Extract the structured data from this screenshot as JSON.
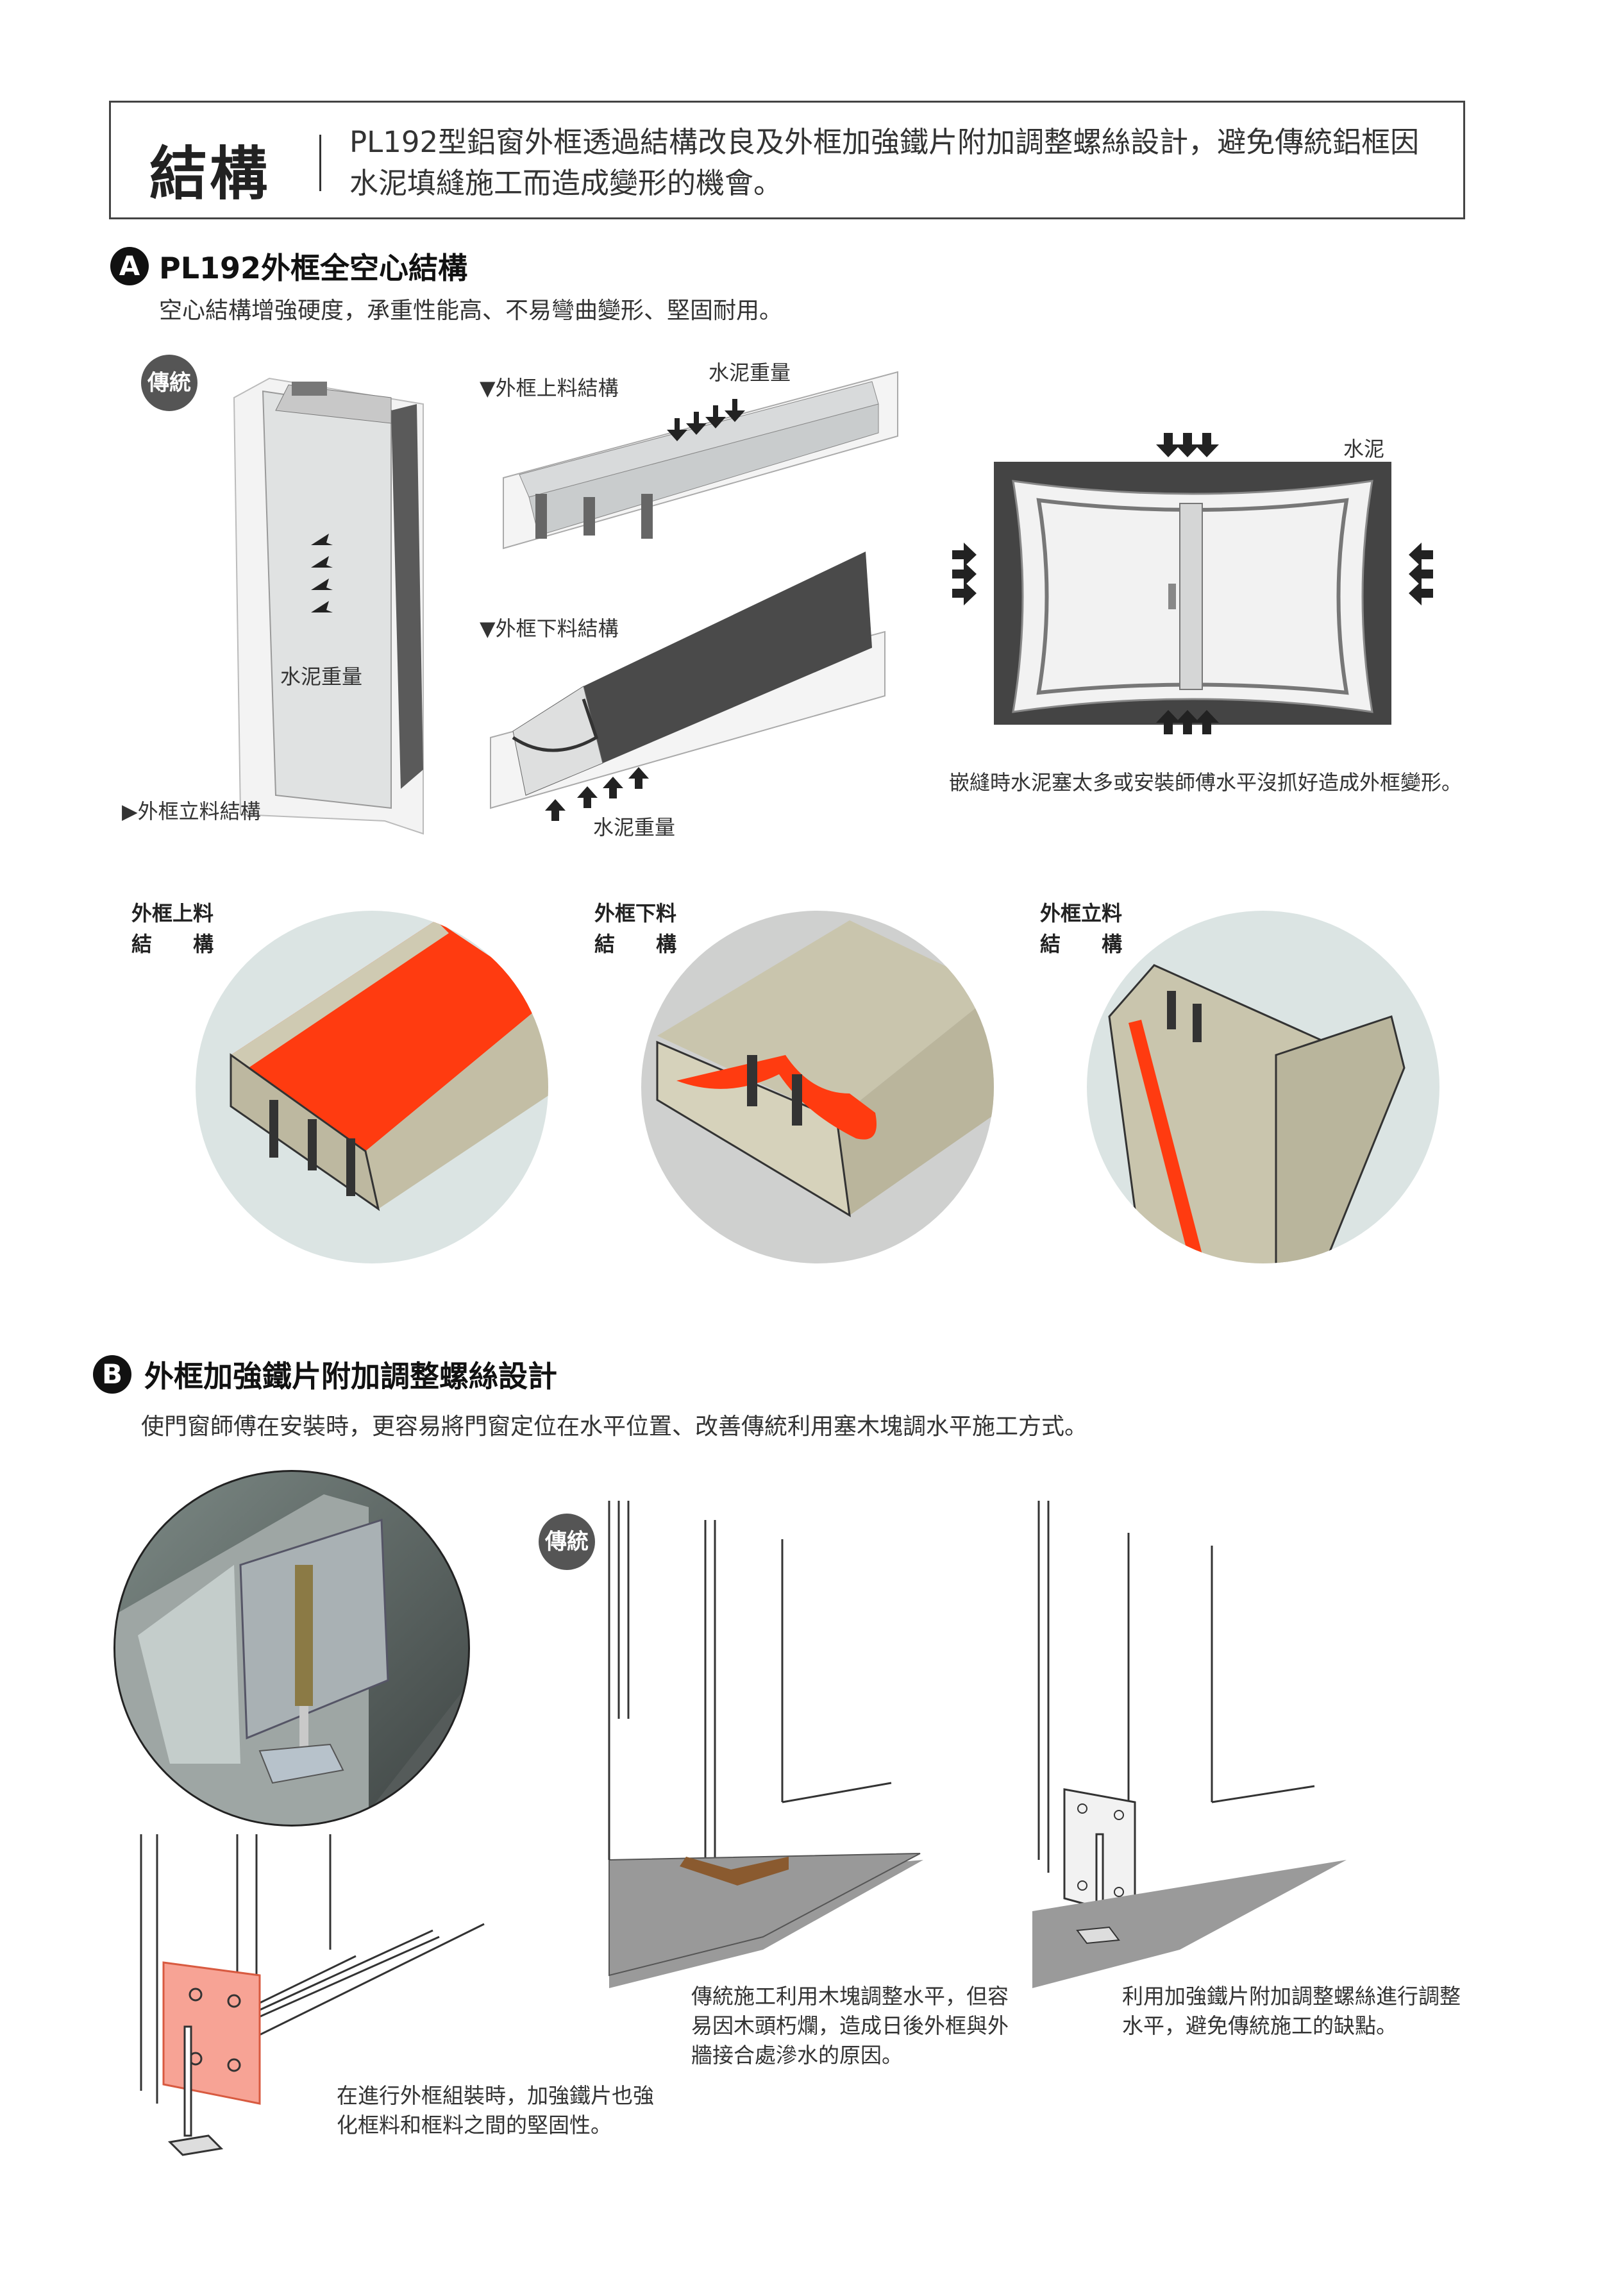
{
  "header": {
    "title": "結構",
    "description": "PL192型鋁窗外框透過結構改良及外框加強鐵片附加調整螺絲設計，避免傳統鋁框因水泥填縫施工而造成變形的機會。"
  },
  "section_a": {
    "badge": "A",
    "title": "PL192外框全空心結構",
    "subtitle": "空心結構增強硬度，承重性能高、不易彎曲變形、堅固耐用。",
    "traditional_tag": "傳統",
    "label_top_structure": "▼外框上料結構",
    "label_bottom_structure": "▼外框下料結構",
    "label_vertical_structure": "▶外框立料結構",
    "cement_weight": "水泥重量",
    "cement": "水泥",
    "deform_caption": "嵌縫時水泥塞太多或安裝師傅水平沒抓好造成外框變形。",
    "circle_labels": [
      {
        "line1": "外框上料",
        "line2": "結　　構"
      },
      {
        "line1": "外框下料",
        "line2": "結　　構"
      },
      {
        "line1": "外框立料",
        "line2": "結　　構"
      }
    ]
  },
  "section_b": {
    "badge": "B",
    "title": "外框加強鐵片附加調整螺絲設計",
    "subtitle": "使門窗師傅在安裝時，更容易將門窗定位在水平位置、改善傳統利用塞木塊調水平施工方式。",
    "traditional_tag": "傳統",
    "caption_assembly": "在進行外框組裝時，加強鐵片也強化框料和框料之間的堅固性。",
    "caption_traditional": "傳統施工利用木塊調整水平，但容易因木頭朽爛，造成日後外框與外牆接合處滲水的原因。",
    "caption_new": "利用加強鐵片附加調整螺絲進行調整水平，避免傳統施工的缺點。"
  }
}
